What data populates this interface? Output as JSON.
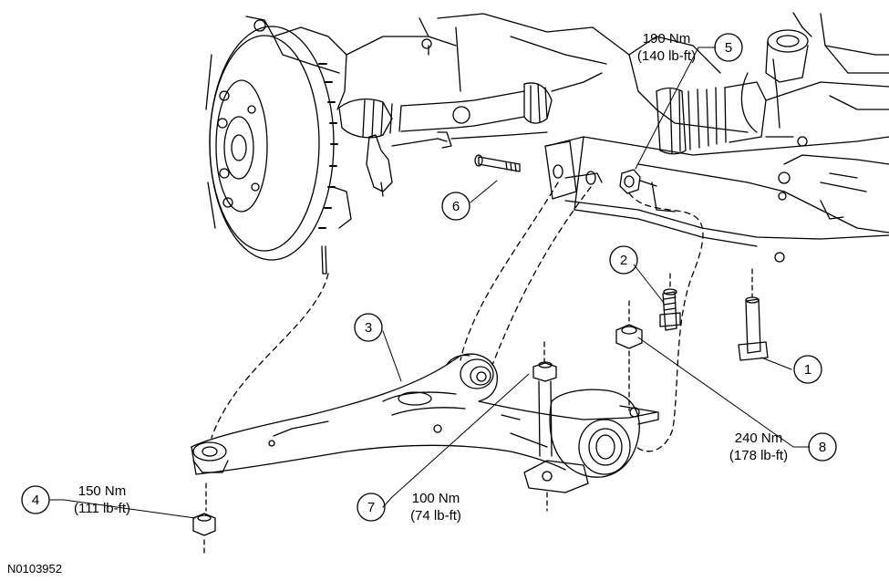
{
  "figure_code": "N0103952",
  "callouts": [
    {
      "num": "1"
    },
    {
      "num": "2"
    },
    {
      "num": "3"
    },
    {
      "num": "4",
      "torque_nm": "150 Nm",
      "torque_lbft": "(111 lb-ft)"
    },
    {
      "num": "5",
      "torque_nm": "190 Nm",
      "torque_lbft": "(140 lb-ft)"
    },
    {
      "num": "6"
    },
    {
      "num": "7",
      "torque_nm": "100 Nm",
      "torque_lbft": "(74 lb-ft)"
    },
    {
      "num": "8",
      "torque_nm": "240 Nm",
      "torque_lbft": "(178 lb-ft)"
    }
  ]
}
